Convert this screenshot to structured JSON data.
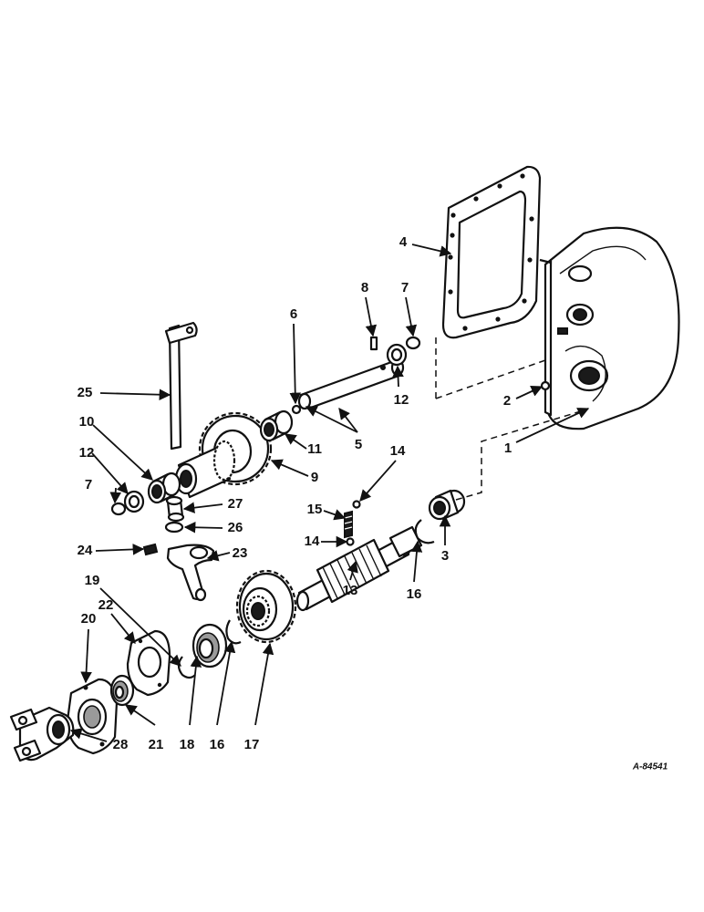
{
  "figure": {
    "reference": "A-84541",
    "callouts": [
      "1",
      "2",
      "3",
      "4",
      "5",
      "6",
      "7",
      "8",
      "9",
      "10",
      "11",
      "12",
      "13",
      "14",
      "15",
      "16",
      "17",
      "18",
      "19",
      "20",
      "21",
      "22",
      "23",
      "24",
      "25",
      "26",
      "27",
      "28"
    ]
  },
  "colors": {
    "ink": "#111111",
    "paper": "#ffffff",
    "shade": "#9a9a9a"
  }
}
